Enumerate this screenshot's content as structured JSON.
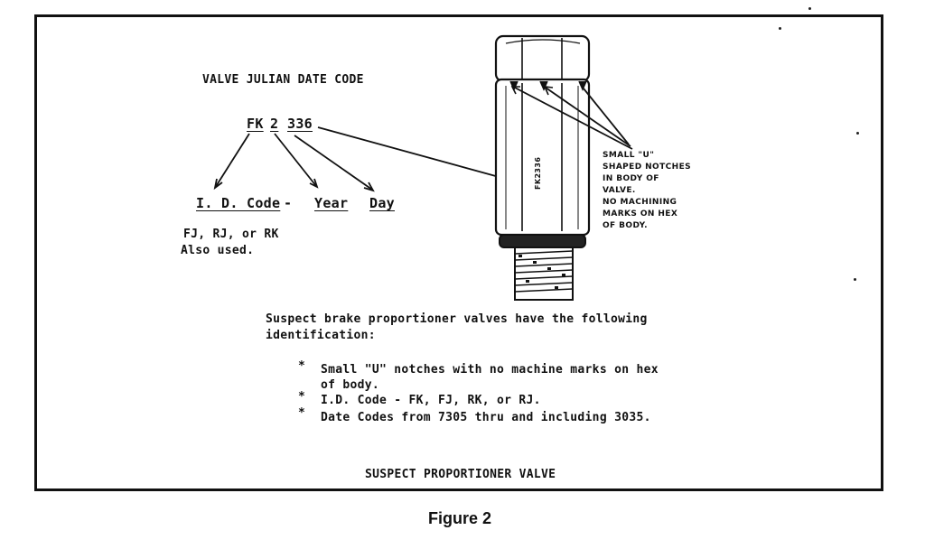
{
  "header": {
    "title": "VALVE JULIAN DATE CODE"
  },
  "code": {
    "value_prefix": "FK",
    "value_year": "2",
    "value_day": "336",
    "label_id": "I. D. Code",
    "label_dash": "-",
    "label_year": "Year",
    "label_day": "Day",
    "also_used_line1": "FJ, RJ, or RK",
    "also_used_line2": "Also used."
  },
  "valve": {
    "stamp": "FK2336",
    "note_lines": [
      "SMALL \"U\"",
      "SHAPED NOTCHES",
      "IN BODY OF",
      "VALVE.",
      "NO MACHINING",
      "MARKS ON HEX",
      "OF BODY."
    ]
  },
  "identification": {
    "intro_line1": "Suspect brake proportioner valves have the following",
    "intro_line2": "identification:",
    "bullets": [
      {
        "symbol": "*",
        "line1": "Small \"U\" notches with no machine marks on hex",
        "line2": "of body."
      },
      {
        "symbol": "*",
        "line1": "I.D. Code - FK, FJ, RK, or RJ.",
        "line2": ""
      },
      {
        "symbol": "*",
        "line1": "Date Codes from 7305 thru and including 3035.",
        "line2": ""
      }
    ]
  },
  "figure": {
    "inner_caption": "SUSPECT PROPORTIONER VALVE",
    "caption": "Figure 2"
  }
}
